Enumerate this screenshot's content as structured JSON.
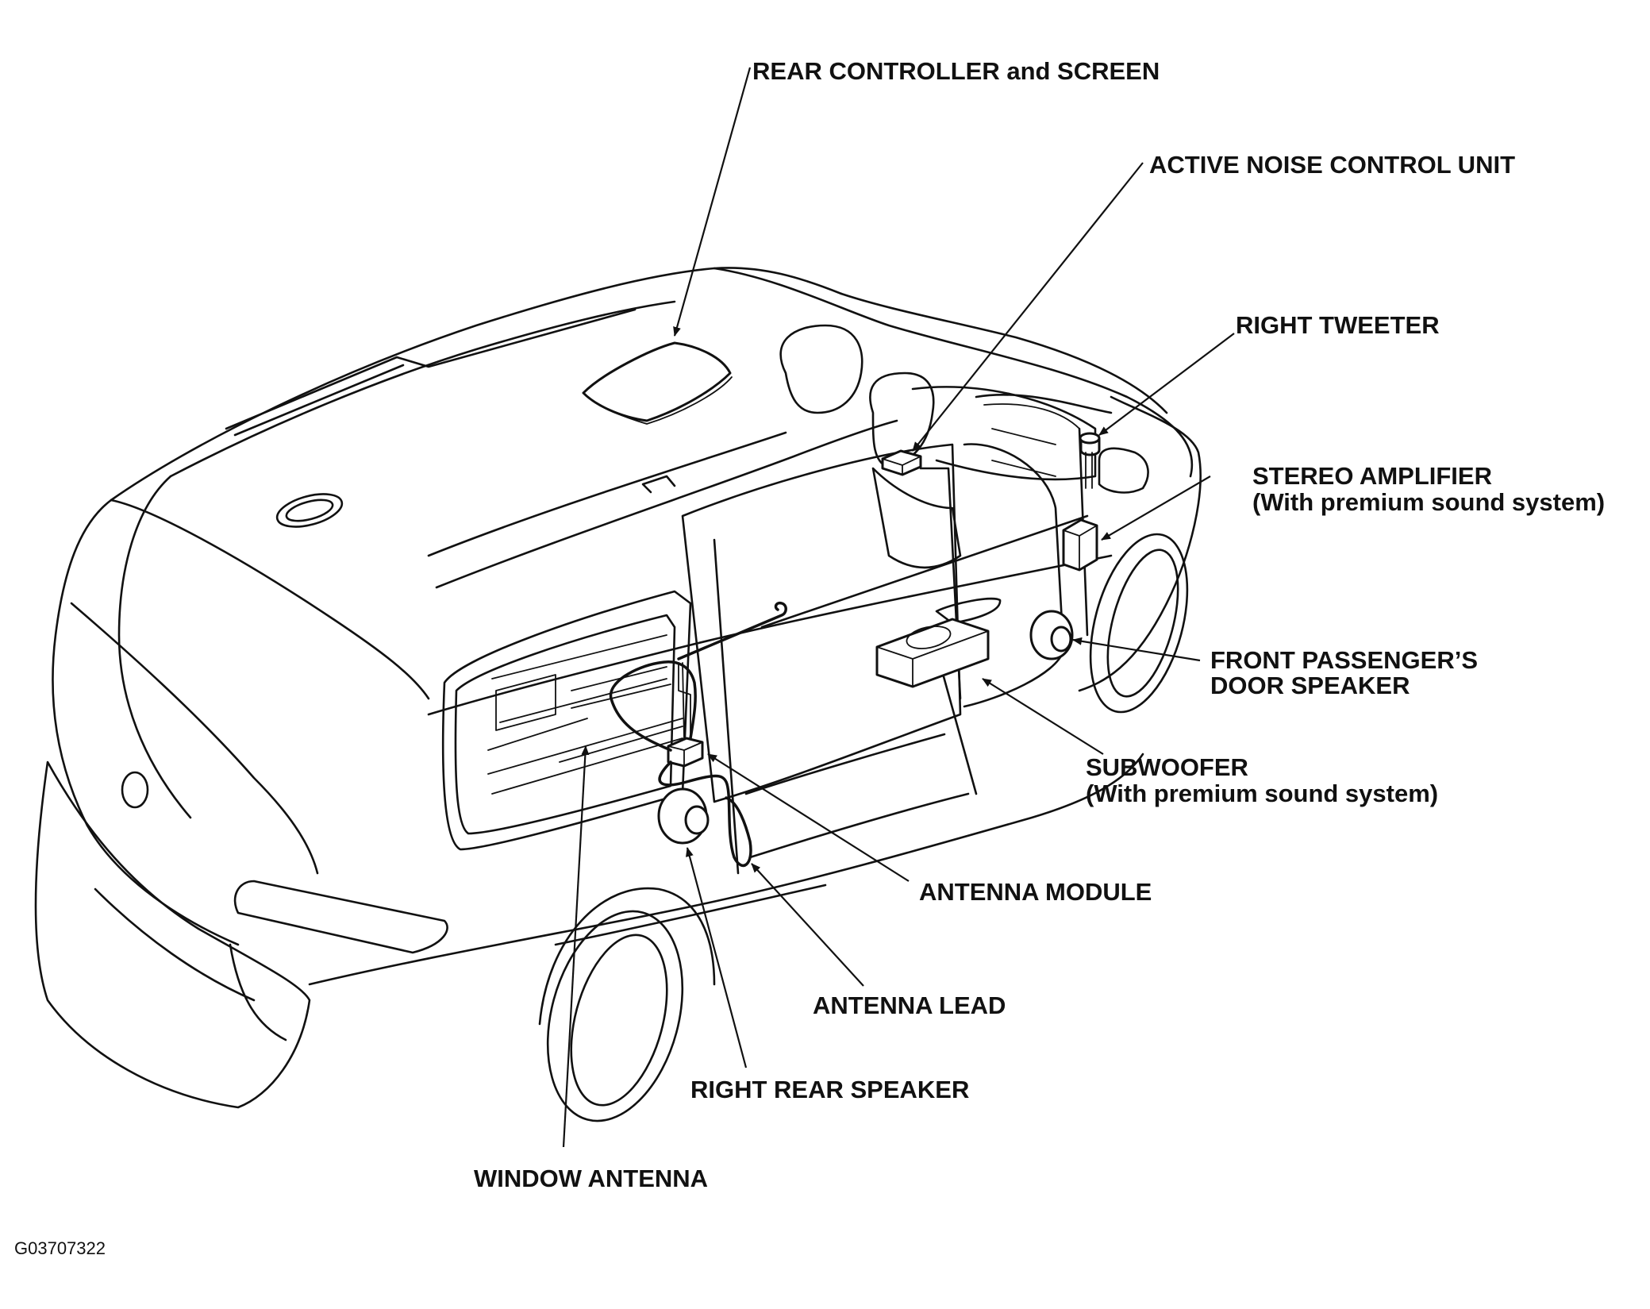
{
  "figure_id": "G03707322",
  "labels": {
    "rear_controller": "REAR CONTROLLER and SCREEN",
    "active_noise": "ACTIVE NOISE CONTROL UNIT",
    "right_tweeter": "RIGHT TWEETER",
    "stereo_amp_line1": "STEREO AMPLIFIER",
    "stereo_amp_line2": "(With premium sound system)",
    "front_pass_line1": "FRONT PASSENGER’S",
    "front_pass_line2": "DOOR SPEAKER",
    "subwoofer_line1": "SUBWOOFER",
    "subwoofer_line2": "(With premium sound system)",
    "antenna_module": "ANTENNA MODULE",
    "antenna_lead": "ANTENNA LEAD",
    "right_rear_speaker": "RIGHT REAR SPEAKER",
    "window_antenna": "WINDOW ANTENNA"
  }
}
